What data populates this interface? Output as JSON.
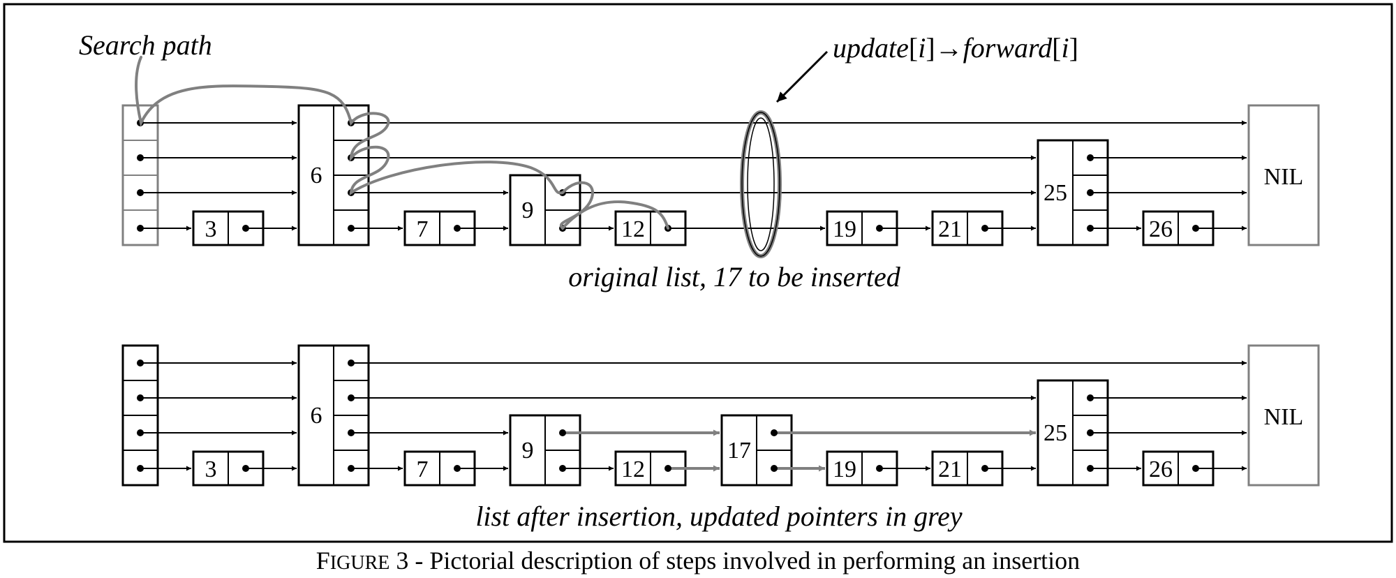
{
  "search_path_label": "Search path",
  "update_label": {
    "part1": "update",
    "part2": "[",
    "part3": "i",
    "part4": "]→",
    "part5": "forward",
    "part6": "[",
    "part7": "i",
    "part8": "]"
  },
  "top_caption": "original list, 17 to be inserted",
  "bottom_caption": "list after insertion, updated pointers in grey",
  "figure_caption": {
    "prefix_big": "F",
    "prefix_small": "IGURE",
    "rest": " 3 - Pictorial description of steps involved in performing an insertion"
  },
  "nil_label": "NIL",
  "colors": {
    "ink": "#000000",
    "grey": "#808080"
  },
  "top_list": {
    "keys": [
      "3",
      "6",
      "7",
      "9",
      "12",
      "19",
      "21",
      "25",
      "26"
    ],
    "levels": [
      1,
      4,
      1,
      2,
      1,
      1,
      1,
      3,
      1
    ]
  },
  "bottom_list": {
    "keys": [
      "3",
      "6",
      "7",
      "9",
      "12",
      "17",
      "19",
      "21",
      "25",
      "26"
    ],
    "levels": [
      1,
      4,
      1,
      2,
      1,
      2,
      1,
      1,
      3,
      1
    ]
  }
}
